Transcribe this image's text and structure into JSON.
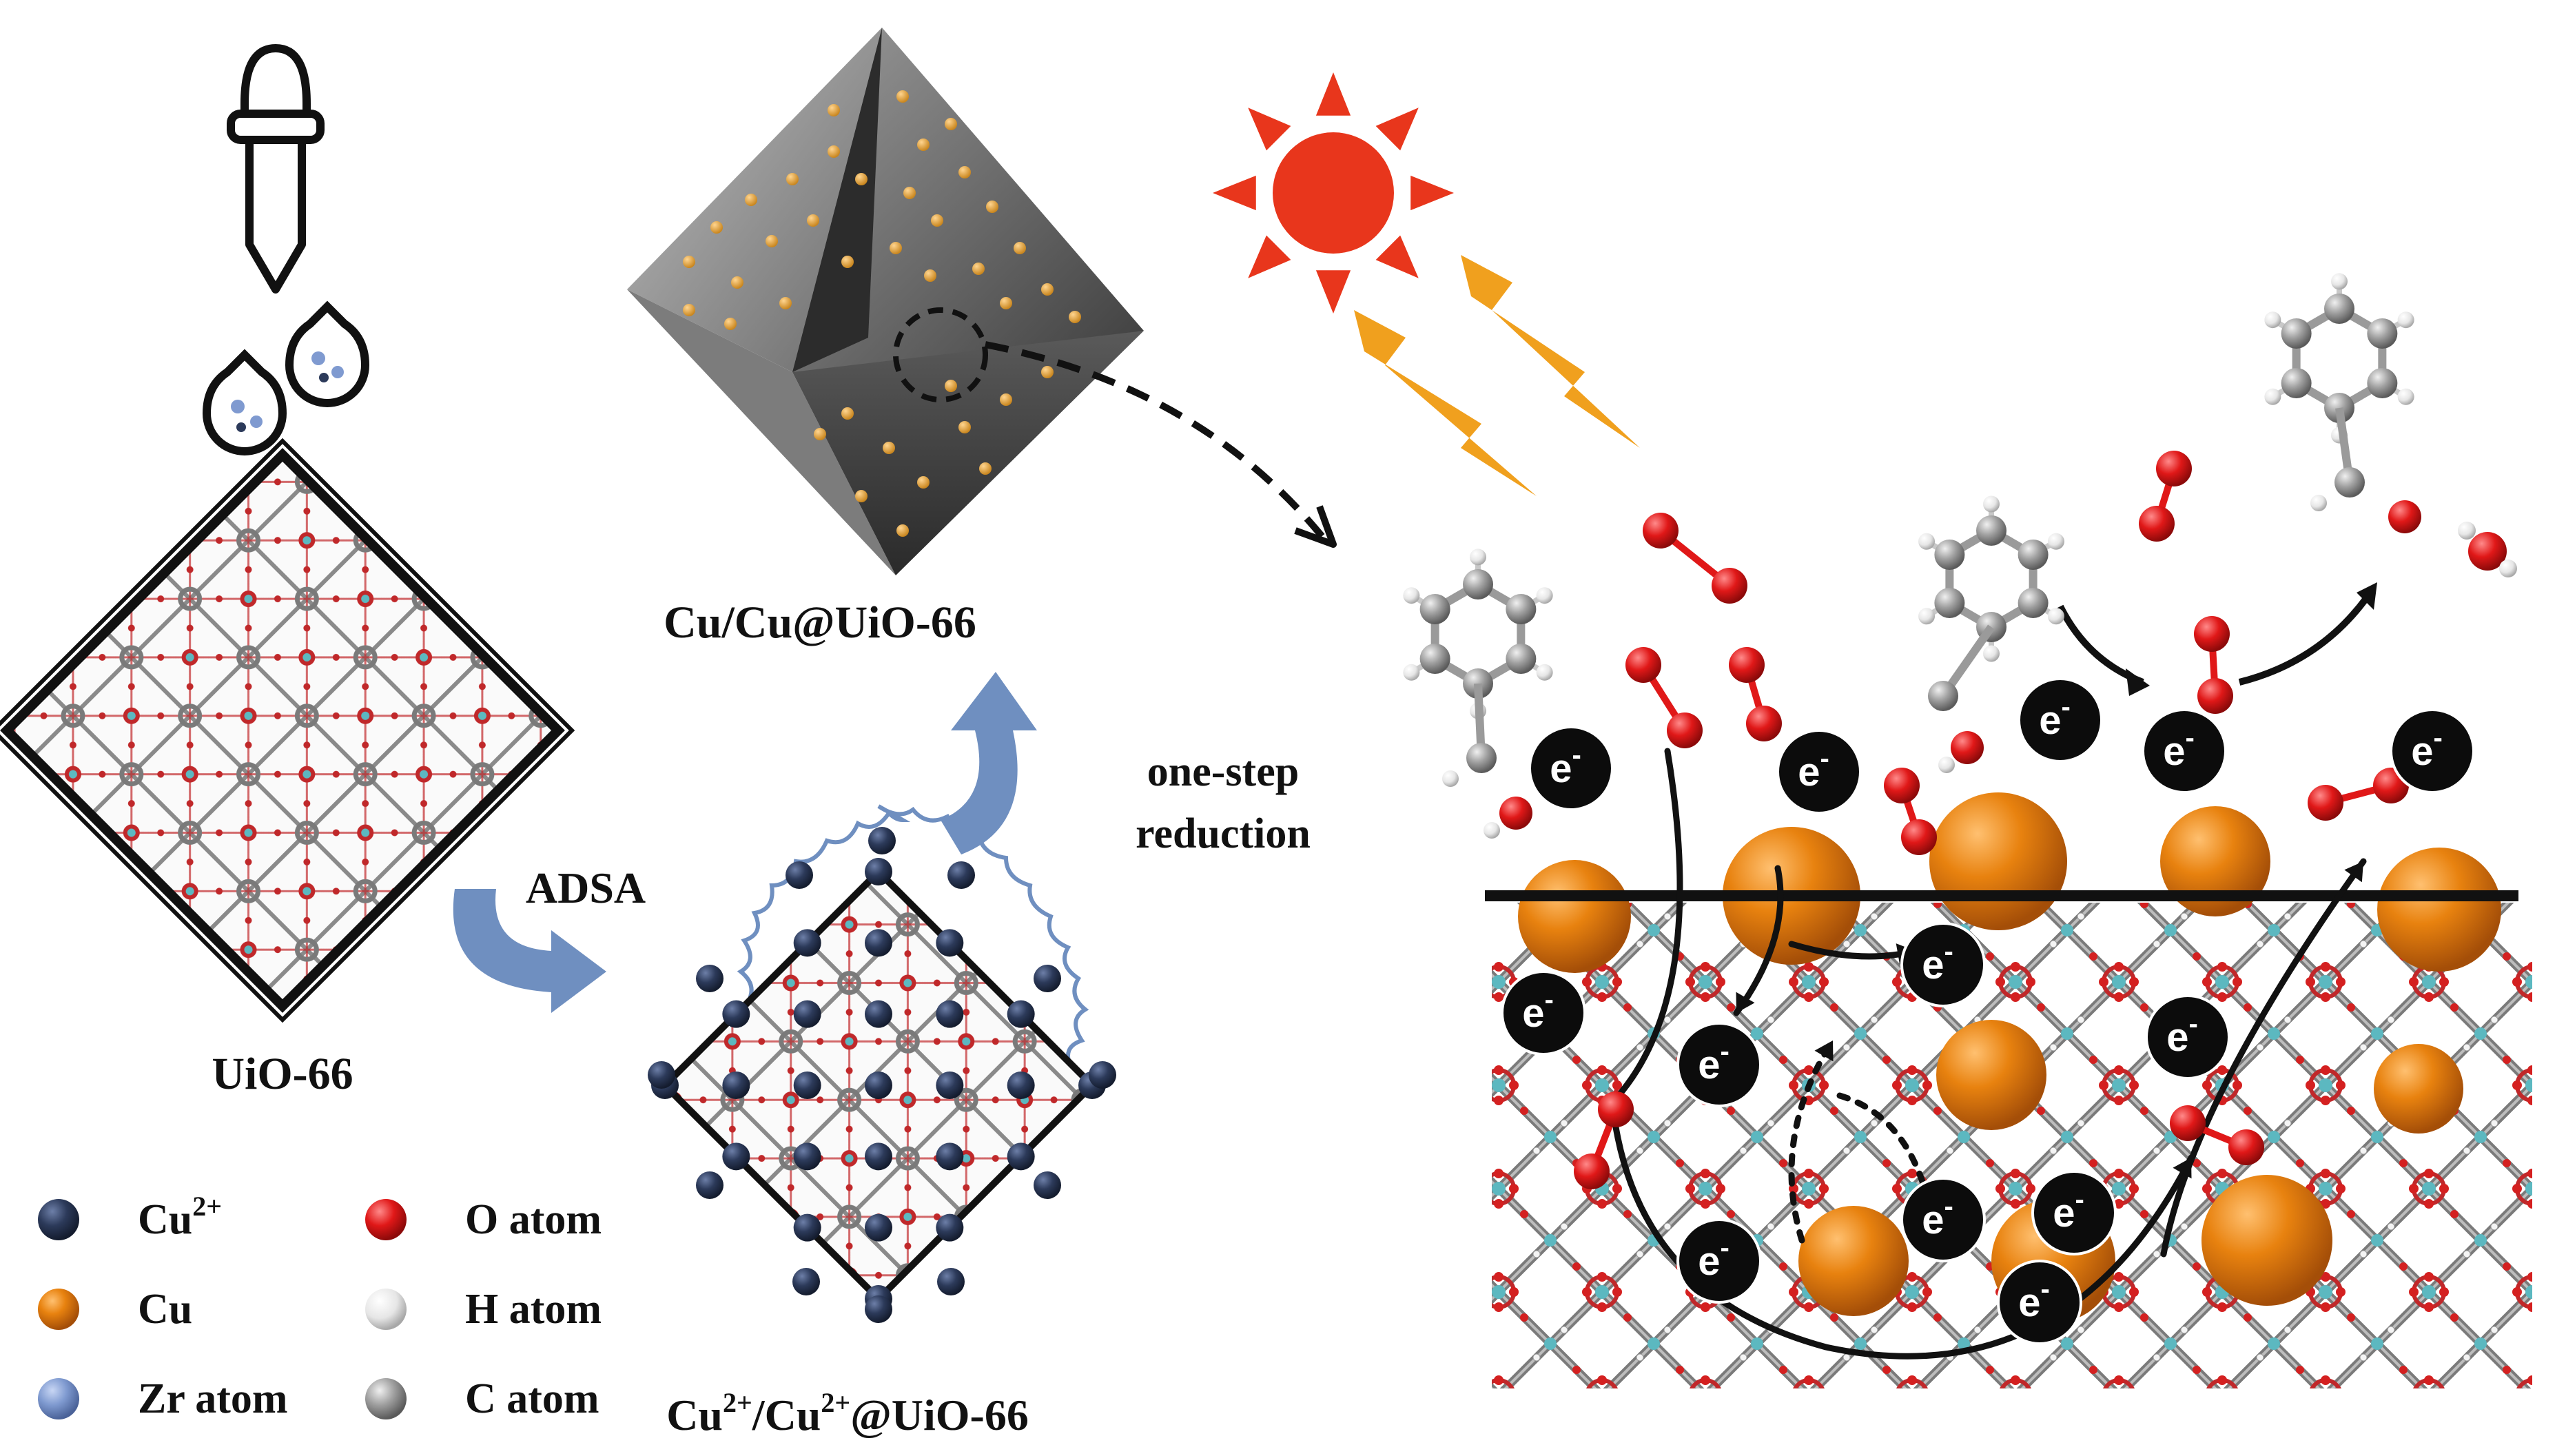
{
  "labels": {
    "uio66": "UiO-66",
    "adsa": "ADSA",
    "cu_cu_uio66": "Cu/Cu@UiO-66",
    "one_step_line1": "one-step",
    "one_step_line2": "reduction",
    "cu2_prefix": "Cu",
    "cu2_sup": "2+",
    "cu2_cu2_a": "Cu",
    "cu2_cu2_b": "/Cu",
    "cu2_cu2_c": "@UiO-66"
  },
  "legend": [
    {
      "key": "cu2",
      "text": "Cu",
      "sup": "2+",
      "color": "#2c3a5a"
    },
    {
      "key": "cu",
      "text": "Cu",
      "sup": "",
      "color": "#d9781a"
    },
    {
      "key": "zr",
      "text": "Zr atom",
      "sup": "",
      "color": "#7f9ad0"
    },
    {
      "key": "o",
      "text": "O atom",
      "sup": "",
      "color": "#e01818"
    },
    {
      "key": "h",
      "text": "H atom",
      "sup": "",
      "color": "#e8e8e8"
    },
    {
      "key": "c",
      "text": "C atom",
      "sup": "",
      "color": "#9a9a9a"
    }
  ],
  "electron": {
    "text": "e",
    "sup": "-"
  },
  "colors": {
    "copper": "#e8820f",
    "copper_dark": "#b8560a",
    "cu2": "#2c3a5a",
    "oxygen": "#e01818",
    "arrow_blue": "#6f8fc0",
    "sun": "#e8361c",
    "lightning": "#f0a01e",
    "framework_red": "#c0282a",
    "framework_gray": "#8a8a8a",
    "zr": "#5cb8c0"
  },
  "icons": [
    "dropper-icon",
    "droplet-icon",
    "sun-icon",
    "lightning-icon"
  ]
}
